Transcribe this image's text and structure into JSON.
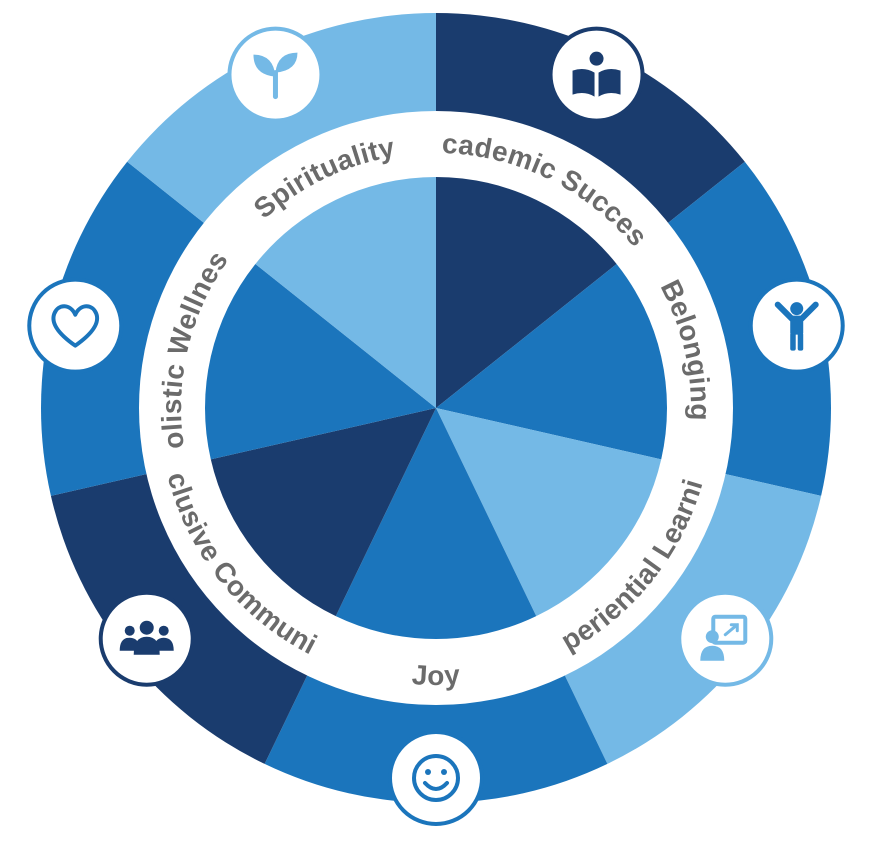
{
  "colors": {
    "dark": "#1a3c6e",
    "medium": "#1b75bc",
    "light": "#74b9e6",
    "ring": "#ffffff",
    "text": "#6b6b6b"
  },
  "segments": [
    {
      "label": "Academic Success",
      "icon": "open-book-icon",
      "shade": "dark"
    },
    {
      "label": "Belonging",
      "icon": "person-arms-raised-icon",
      "shade": "medium"
    },
    {
      "label": "Experiential Learning",
      "icon": "presenter-board-icon",
      "shade": "light"
    },
    {
      "label": "Joy",
      "icon": "smiley-face-icon",
      "shade": "medium"
    },
    {
      "label": "Inclusive Community",
      "icon": "group-people-icon",
      "shade": "dark"
    },
    {
      "label": "Holistic Wellness",
      "icon": "heart-icon",
      "shade": "medium"
    },
    {
      "label": "Spirituality",
      "icon": "sprout-icon",
      "shade": "light"
    }
  ]
}
